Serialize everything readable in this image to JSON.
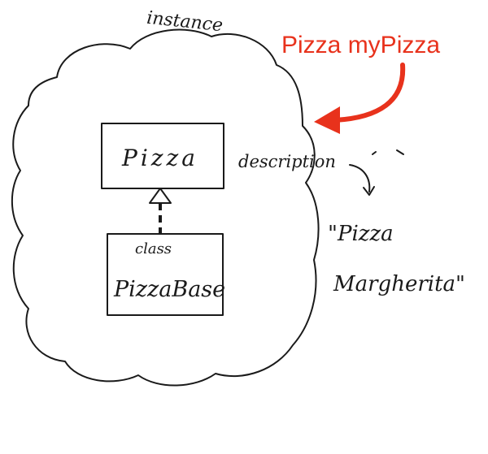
{
  "labels": {
    "instance": "instance",
    "variable_declaration": "Pizza myPizza",
    "class_name": "Pizza",
    "base_class_keyword": "class",
    "base_class_name": "PizzaBase",
    "property_name": "description",
    "value_line1": "\"Pizza",
    "value_line2": "Margherita\""
  },
  "colors": {
    "ink": "#1a1a1a",
    "accent": "#e8321c",
    "background": "#ffffff"
  },
  "icons": {
    "cloud": "cloud-outline-icon",
    "arrow": "curved-arrow-icon",
    "inheritance": "hollow-triangle-arrow-icon"
  }
}
